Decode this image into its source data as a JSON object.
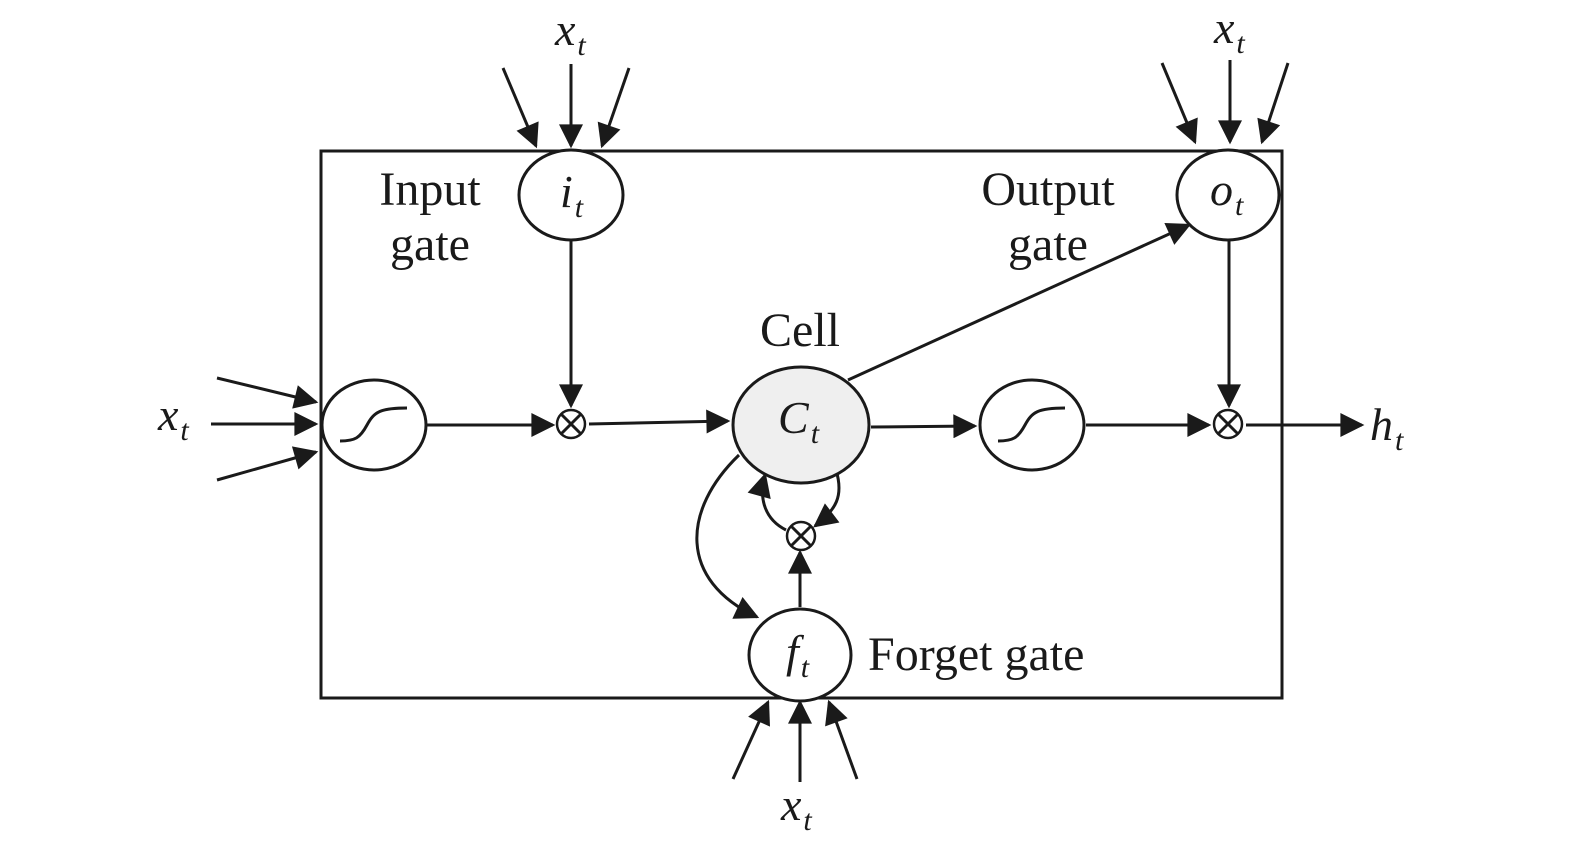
{
  "labels": {
    "input_gate_line1": "Input",
    "input_gate_line2": "gate",
    "output_gate_line1": "Output",
    "output_gate_line2": "gate",
    "cell": "Cell",
    "forget_gate": "Forget gate"
  },
  "symbols": {
    "input_gate": {
      "base": "i",
      "sub": "t"
    },
    "output_gate": {
      "base": "o",
      "sub": "t"
    },
    "forget_gate": {
      "base": "f",
      "sub": "t"
    },
    "cell_state": {
      "base": "C",
      "sub": "t"
    },
    "hidden_output": {
      "base": "h",
      "sub": "t"
    },
    "input_top_left": {
      "base": "x",
      "sub": "t"
    },
    "input_top_right": {
      "base": "x",
      "sub": "t"
    },
    "input_left": {
      "base": "x",
      "sub": "t"
    },
    "input_bottom": {
      "base": "x",
      "sub": "t"
    }
  },
  "colors": {
    "stroke": "#1a1a1a",
    "cell_fill": "#efefef",
    "background": "#ffffff"
  }
}
